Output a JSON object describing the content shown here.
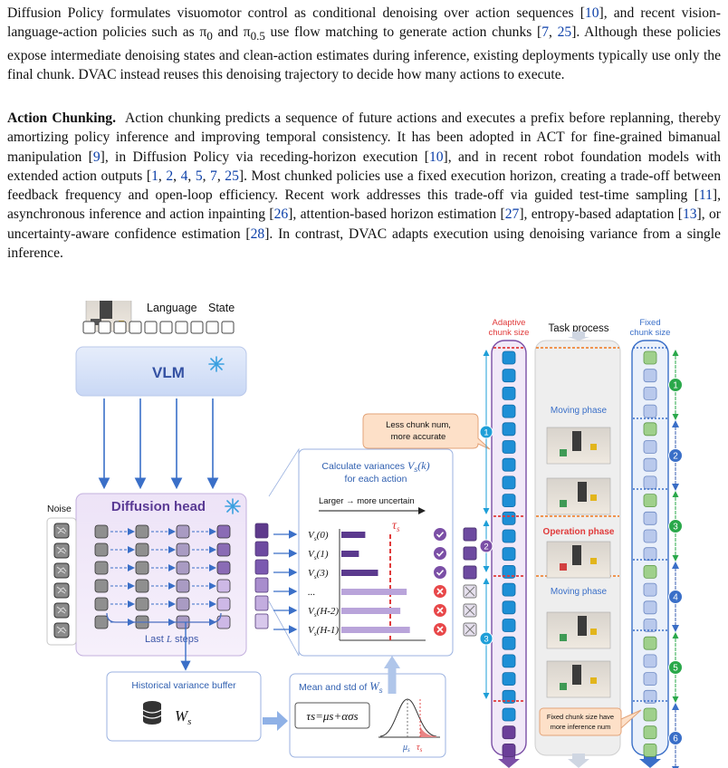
{
  "para1": {
    "t1": "Diffusion Policy formulates visuomotor control as conditional denoising over action sequences [",
    "c1": "10",
    "t2": "], and recent vision-language-action policies such as π",
    "sub1": "0",
    "t3": " and π",
    "sub2": "0.5",
    "t4": " use flow matching to generate action chunks [",
    "c2": "7",
    "t5": ", ",
    "c3": "25",
    "t6": "]. Although these policies expose intermediate denoising states and clean-action estimates during inference, existing deployments typically use only the final chunk. DVAC instead reuses this denoising trajectory to decide how many actions to execute."
  },
  "para2": {
    "heading": "Action Chunking.",
    "t1": "Action chunking predicts a sequence of future actions and executes a prefix before replanning, thereby amortizing policy inference and improving temporal consistency. It has been adopted in ACT for fine-grained bimanual manipulation [",
    "c1": "9",
    "t2": "], in Diffusion Policy via receding-horizon execution [",
    "c2": "10",
    "t3": "], and in recent robot foundation models with extended action outputs [",
    "c3": "1",
    "s1": ", ",
    "c4": "2",
    "s2": ", ",
    "c5": "4",
    "s3": ", ",
    "c6": "5",
    "s4": ", ",
    "c7": "7",
    "s5": ", ",
    "c8": "25",
    "t4": "]. Most chunked policies use a fixed execution horizon, creating a trade-off between feedback frequency and open-loop efficiency. Recent work addresses this trade-off via guided test-time sampling [",
    "c9": "11",
    "t5": "], asynchronous inference and action inpainting [",
    "c10": "26",
    "t6": "], attention-based horizon estimation [",
    "c11": "27",
    "t7": "], entropy-based adaptation [",
    "c12": "13",
    "t8": "], or uncertainty-aware confidence estimation [",
    "c13": "28",
    "t9": "]. In contrast, DVAC adapts execution using denoising variance from a single inference."
  },
  "figure": {
    "language_label": "Language",
    "state_label": "State",
    "vlm_label": "VLM",
    "noise_label": "Noise",
    "diffusion_head_label": "Diffusion head",
    "last_steps_prefix": "Last ",
    "last_steps_var": "L",
    "last_steps_suffix": " steps",
    "variance_box_title_1": "Calculate variances ",
    "variance_box_var": "V",
    "variance_box_sub": "s",
    "variance_box_arg": "(k)",
    "variance_box_title_2": "for each action",
    "uncertain_label": "Larger → more uncertain",
    "tau_label": "τ",
    "tau_sub": "s",
    "rows": [
      {
        "label": "V",
        "sub": "s",
        "arg": "(0)",
        "value": 0.3,
        "pass": true
      },
      {
        "label": "V",
        "sub": "s",
        "arg": "(1)",
        "value": 0.22,
        "pass": true
      },
      {
        "label": "V",
        "sub": "s",
        "arg": "(3)",
        "value": 0.46,
        "pass": true
      },
      {
        "label": "...",
        "sub": "",
        "arg": "",
        "value": 0.82,
        "pass": false
      },
      {
        "label": "V",
        "sub": "s",
        "arg": "(H-2)",
        "value": 0.74,
        "pass": false
      },
      {
        "label": "V",
        "sub": "s",
        "arg": "(H-1)",
        "value": 0.86,
        "pass": false
      }
    ],
    "buffer_title": "Historical variance buffer",
    "buffer_var": "W",
    "buffer_sub": "s",
    "meanstd_title_1": "Mean and std of ",
    "meanstd_var": "W",
    "meanstd_sub": "s",
    "formula": "τs=μs+ασs",
    "mu_label": "μ",
    "mu_sub": "s",
    "callout_text_1": "Less chunk num,",
    "callout_text_2": "more accurate",
    "adaptive_label_1": "Adaptive",
    "adaptive_label_2": "chunk size",
    "task_label": "Task process",
    "fixed_label_1": "Fixed",
    "fixed_label_2": "chunk size",
    "phase_moving_1": "Moving phase",
    "phase_operation": "Operation phase",
    "phase_moving_2": "Moving phase",
    "fixed_note_1": "Fixed chunk size have",
    "fixed_note_2": "more inference num",
    "adaptive_numbers": [
      "1",
      "2",
      "3"
    ],
    "fixed_numbers": [
      "1",
      "2",
      "3",
      "4",
      "5",
      "6"
    ],
    "colors": {
      "purple": "#7b4fa6",
      "purple_light": "#c9b3e0",
      "blue_cell": "#1e8fd6",
      "blue_dark": "#3a5fb0",
      "green_cell": "#9fd08c",
      "green_dark": "#2aa84a",
      "red": "#e03a3a",
      "orange": "#f1883a"
    }
  }
}
